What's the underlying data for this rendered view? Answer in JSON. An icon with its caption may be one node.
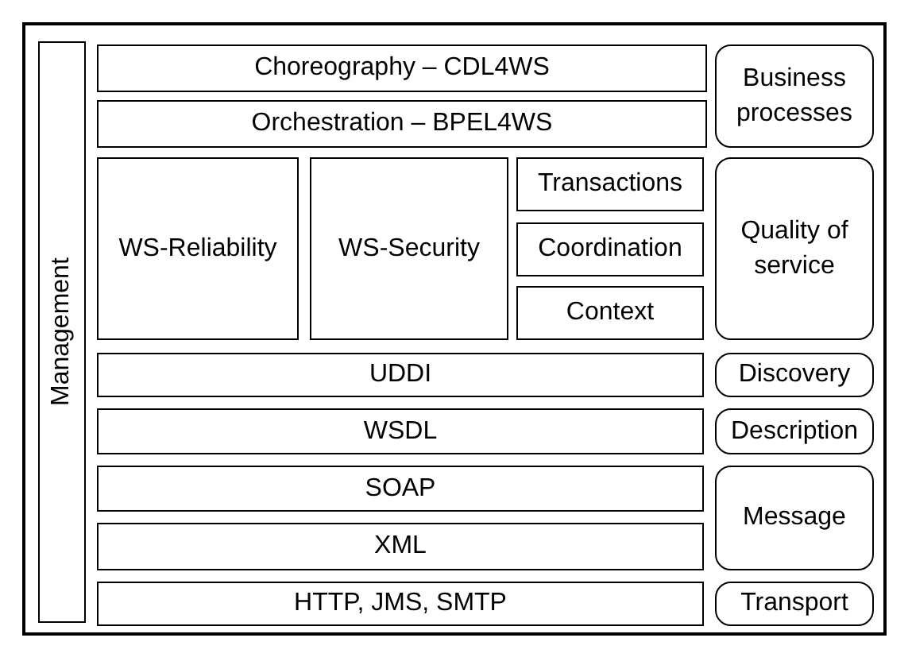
{
  "diagram": {
    "nodes": [
      {
        "text": [
          "Management"
        ]
      },
      {
        "text": [
          "Choreography – CDL4WS"
        ]
      },
      {
        "text": [
          "Business processes"
        ]
      },
      {
        "text": [
          "Orchestration – BPEL4WS"
        ]
      },
      {
        "text": [
          "WS-Reliability"
        ]
      },
      {
        "text": [
          "WS-Security"
        ]
      },
      {
        "text": [
          "Transactions"
        ]
      },
      {
        "text": [
          "Quality of service"
        ]
      },
      {
        "text": [
          "Coordination"
        ]
      },
      {
        "text": [
          "Context"
        ]
      },
      {
        "text": [
          "UDDI"
        ]
      },
      {
        "text": [
          "Discovery"
        ]
      },
      {
        "text": [
          "WSDL"
        ]
      },
      {
        "text": [
          "Description"
        ]
      },
      {
        "text": [
          "SOAP"
        ]
      },
      {
        "text": [
          "Message"
        ]
      },
      {
        "text": [
          "XML"
        ]
      },
      {
        "text": [
          "HTTP, JMS, SMTP"
        ]
      },
      {
        "text": [
          "Transport"
        ]
      }
    ],
    "edges": []
  }
}
